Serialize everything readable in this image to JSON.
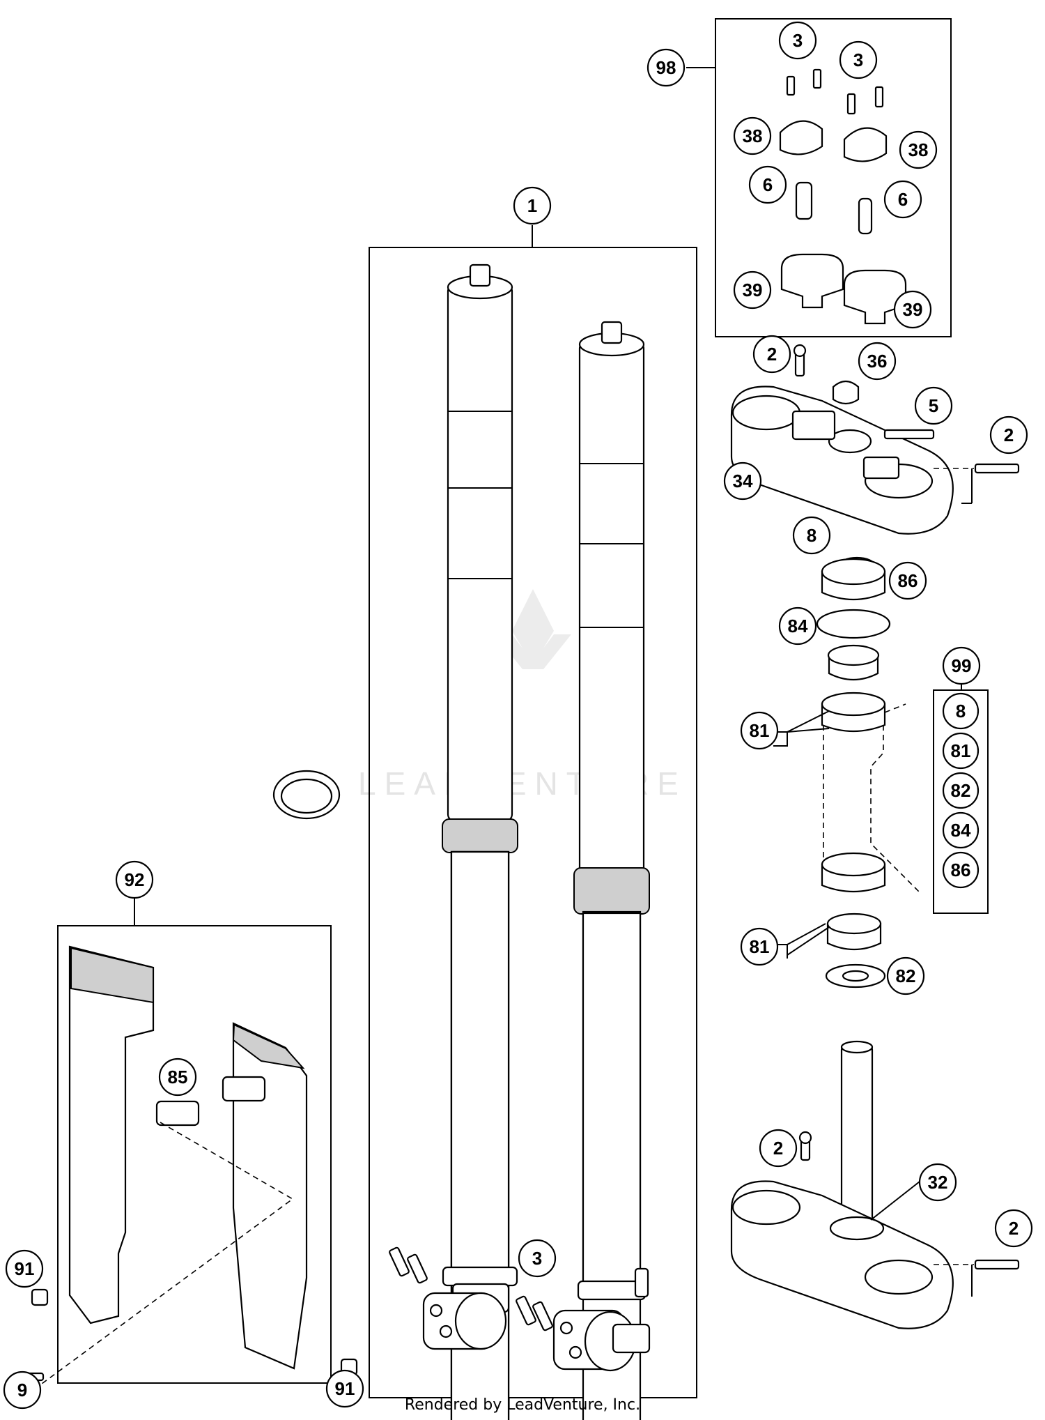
{
  "watermark": "LEADVENTURE",
  "footer": "Rendered by LeadVenture, Inc.",
  "callouts": {
    "c1": "1",
    "c98": "98",
    "c3a": "3",
    "c3b": "3",
    "c38a": "38",
    "c38b": "38",
    "c6a": "6",
    "c6b": "6",
    "c39a": "39",
    "c39b": "39",
    "c2a": "2",
    "c36": "36",
    "c5": "5",
    "c2b": "2",
    "c34": "34",
    "c8": "8",
    "c86": "86",
    "c84": "84",
    "c99": "99",
    "c81a": "81",
    "c81b": "81",
    "c82": "82",
    "c92": "92",
    "c85": "85",
    "c3c": "3",
    "c2c": "2",
    "c32": "32",
    "c2d": "2",
    "c91a": "91",
    "c9": "9",
    "c91b": "91"
  },
  "kit99": [
    "8",
    "81",
    "82",
    "84",
    "86"
  ]
}
